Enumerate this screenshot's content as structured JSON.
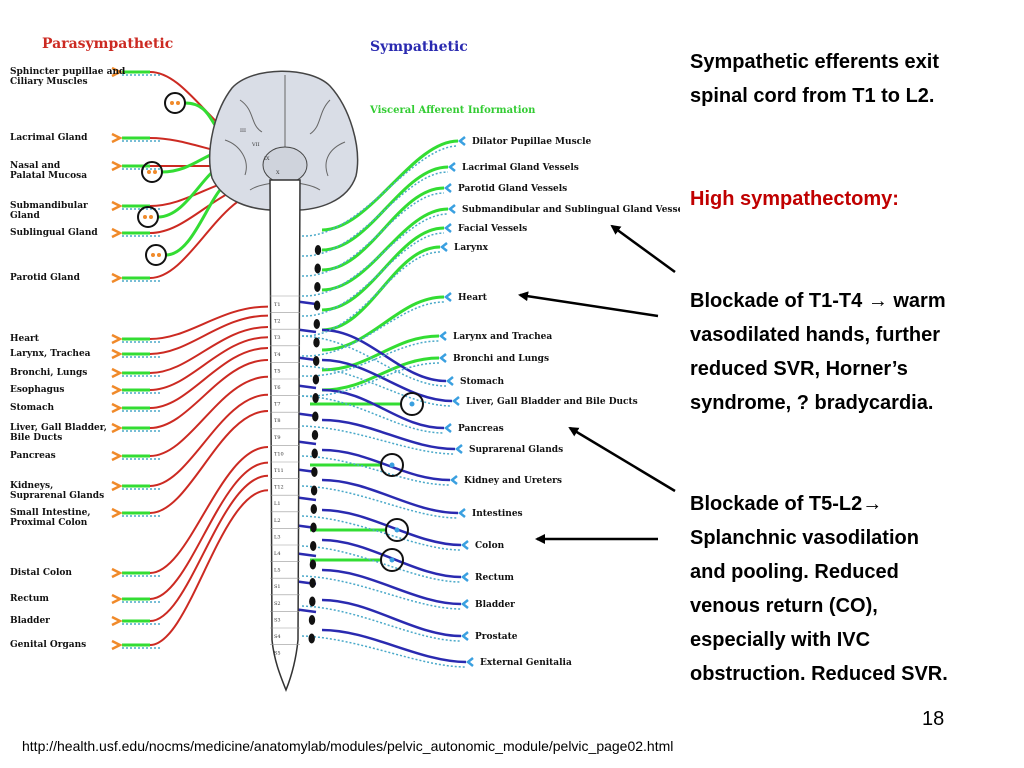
{
  "diagram": {
    "parasympathetic_title": "Parasympathetic",
    "sympathetic_title": "Sympathetic",
    "visceral_afferent_title": "Visceral Afferent Information",
    "left_labels": [
      [
        "Sphincter pupillae and",
        "Ciliary Muscles"
      ],
      [
        "Lacrimal Gland"
      ],
      [
        "Nasal and",
        "Palatal Mucosa"
      ],
      [
        "Submandibular",
        "Gland"
      ],
      [
        "Sublingual Gland"
      ],
      [
        "Parotid Gland"
      ],
      [
        "Heart"
      ],
      [
        "Larynx, Trachea"
      ],
      [
        "Bronchi, Lungs"
      ],
      [
        "Esophagus"
      ],
      [
        "Stomach"
      ],
      [
        "Liver, Gall Bladder,",
        "Bile Ducts"
      ],
      [
        "Pancreas"
      ],
      [
        "Kidneys,",
        "Suprarenal Glands"
      ],
      [
        "Small Intestine,",
        "Proximal Colon"
      ],
      [
        "Distal Colon"
      ],
      [
        "Rectum"
      ],
      [
        "Bladder"
      ],
      [
        "Genital Organs"
      ]
    ],
    "right_labels": [
      "Dilator Pupillae Muscle",
      "Lacrimal Gland Vessels",
      "Parotid Gland Vessels",
      "Submandibular and Sublingual Gland Vessels",
      "Facial Vessels",
      "Larynx",
      "Heart",
      "Larynx and Trachea",
      "Bronchi and Lungs",
      "Stomach",
      "Liver, Gall Bladder and Bile Ducts",
      "Pancreas",
      "Suprarenal Glands",
      "Kidney and Ureters",
      "Intestines",
      "Colon",
      "Rectum",
      "Bladder",
      "Prostate",
      "External Genitalia"
    ],
    "segment_labels": [
      "T1",
      "T2",
      "T3",
      "T4",
      "T5",
      "T6",
      "T7",
      "T8",
      "T9",
      "T10",
      "T11",
      "T12",
      "L1",
      "L2",
      "L3",
      "L4",
      "L5",
      "S1",
      "S2",
      "S3",
      "S4",
      "S5"
    ],
    "cranial_labels": [
      "III",
      "VII",
      "IX",
      "X"
    ]
  },
  "text": {
    "intro": [
      "Sympathetic efferents exit",
      "spinal cord from T1 to L2."
    ],
    "heading": "High sympathectomy:",
    "block1": [
      "Blockade of T1-T4 → warm",
      "vasodilated hands, further",
      "reduced SVR, Horner’s",
      "syndrome, ? bradycardia."
    ],
    "block2": [
      "Blockade of T5-L2→",
      "Splanchnic vasodilation",
      "and pooling. Reduced",
      "venous return (CO),",
      "especially with IVC",
      "obstruction. Reduced SVR."
    ]
  },
  "slide_number": "18",
  "source_url": "http://health.usf.edu/nocms/medicine/anatomylab/modules/pelvic_autonomic_module/pelvic_page02.html",
  "colors": {
    "parasympathetic": "#cc2a22",
    "sympathetic_green": "#33dd33",
    "sympathetic_blue": "#2a2ab0",
    "afferent_dotted": "#4aa9c9",
    "heading_red": "#c00000"
  },
  "icons": [
    "left-arrow-icon",
    "right-arrow-icon",
    "ganglion-icon",
    "brain-icon",
    "spinal-cord-icon",
    "chain-ganglion-icon"
  ]
}
